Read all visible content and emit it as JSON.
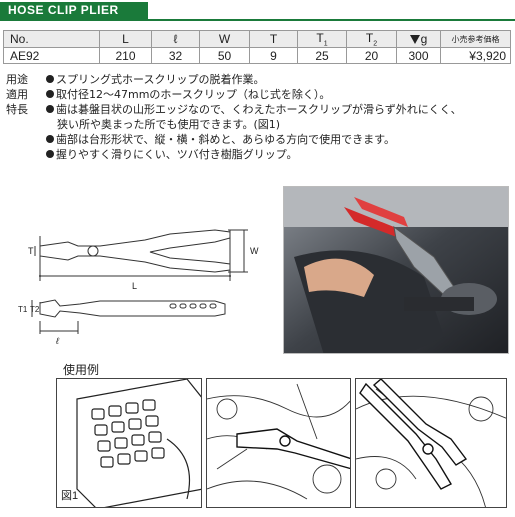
{
  "header": {
    "title": "HOSE CLIP PLIER"
  },
  "spec_table": {
    "columns": [
      "No.",
      "L",
      "ℓ",
      "W",
      "T",
      "T1",
      "T2",
      "g",
      "小売参考価格"
    ],
    "row": [
      "AE92",
      "210",
      "32",
      "50",
      "9",
      "25",
      "20",
      "300",
      "¥3,920"
    ]
  },
  "description": {
    "usage_label": "用途",
    "usage_text": "スプリング式ホースクリップの脱着作業。",
    "fit_label": "適用",
    "fit_text": "取付径12～47mmのホースクリップ（ねじ式を除く）。",
    "feature_label": "特長",
    "feature_1a": "歯は碁盤目状の山形エッジなので、くわえたホースクリップが滑らず外れにくく、",
    "feature_1b": "狭い所や奥まった所でも使用できます。(図1)",
    "feature_2": "歯部は台形形状で、縦・横・斜めと、あらゆる方向で使用できます。",
    "feature_3": "握りやすく滑りにくい、ツバ付き樹脂グリップ。"
  },
  "diagram": {
    "label_T": "T",
    "label_W": "W",
    "label_L": "L",
    "label_T1": "T1",
    "label_T2": "T2",
    "label_l": "ℓ"
  },
  "usage": {
    "title": "使用例",
    "fig_label": "図1"
  },
  "colors": {
    "brand_green": "#1a7a3a",
    "grip_red": "#d42a2a"
  },
  "icons": {
    "weight": "triangle-down-icon"
  }
}
